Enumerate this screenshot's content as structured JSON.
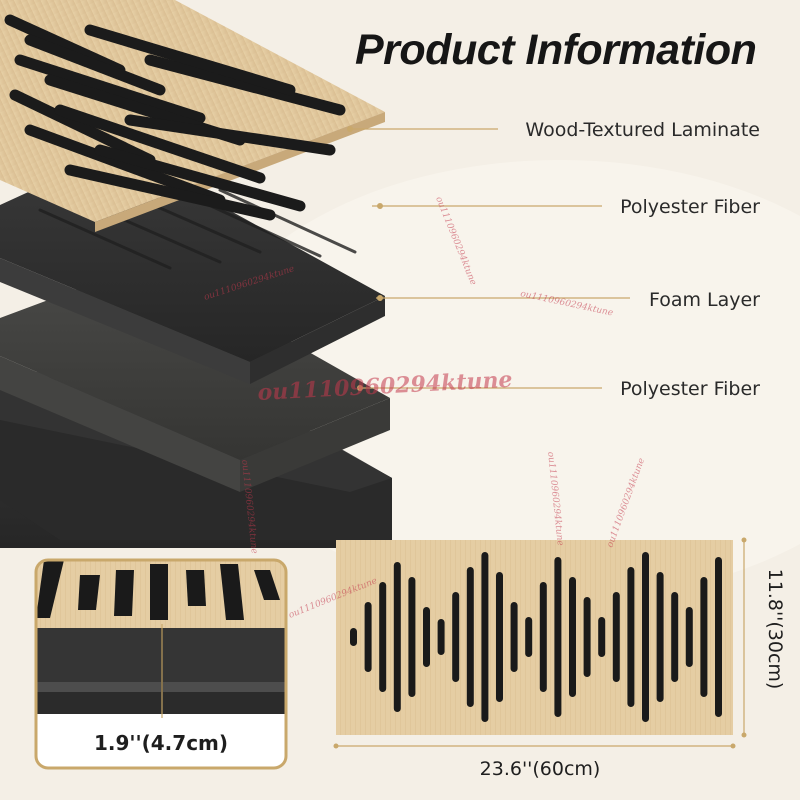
{
  "header": {
    "title": "Product Information"
  },
  "layers": [
    {
      "label": "Wood-Textured Laminate"
    },
    {
      "label": "Polyester Fiber"
    },
    {
      "label": "Foam Layer"
    },
    {
      "label": "Polyester Fiber"
    }
  ],
  "dimensions": {
    "thickness": "1.9''(4.7cm)",
    "width": "23.6''(60cm)",
    "height": "11.8''(30cm)"
  },
  "watermark": {
    "text": "ou1110960294ktune"
  },
  "colors": {
    "background": "#f4efe6",
    "wood": "#e3caa0",
    "fiber_dark": "#2e2e2e",
    "foam": "#3f3f3f",
    "accent_gold": "#c9a86b"
  }
}
